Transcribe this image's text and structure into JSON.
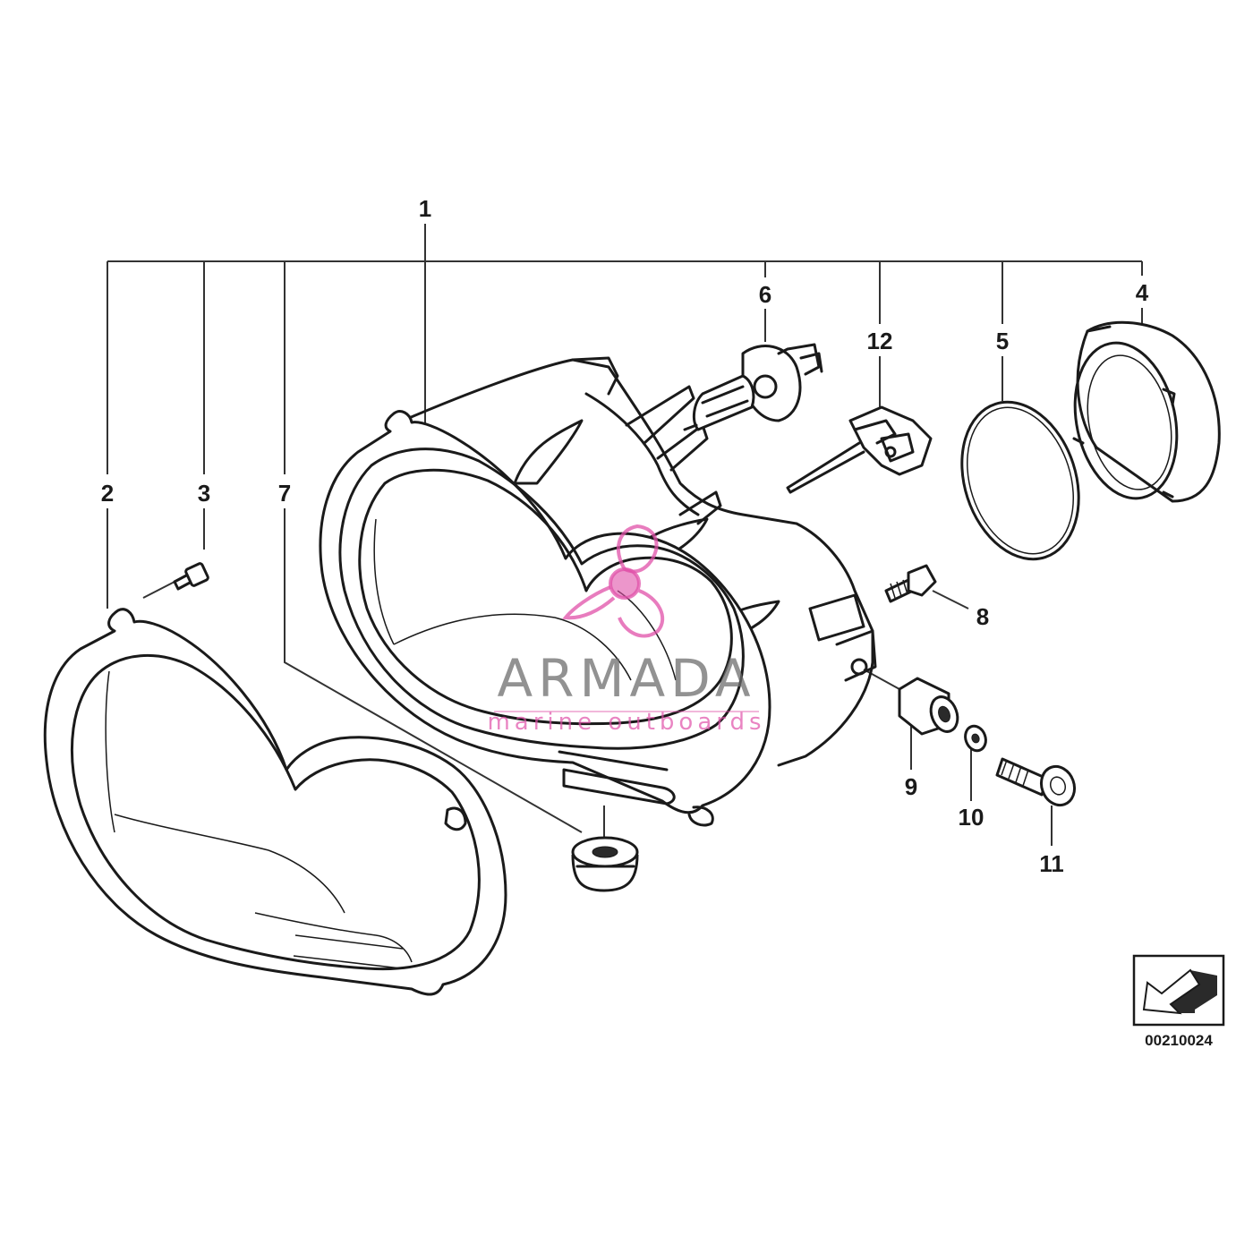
{
  "callouts": {
    "c1": "1",
    "c2": "2",
    "c3": "3",
    "c4": "4",
    "c5": "5",
    "c6": "6",
    "c7": "7",
    "c8": "8",
    "c9": "9",
    "c10": "10",
    "c11": "11",
    "c12": "12"
  },
  "reference_number": "00210024",
  "watermark": {
    "title": "ARMADA",
    "subtitle": "marine outboards",
    "logo_icon": "propeller-logo-icon",
    "accent": "#e050a8"
  },
  "colors": {
    "line": "#1a1a1a",
    "background": "#ffffff"
  }
}
